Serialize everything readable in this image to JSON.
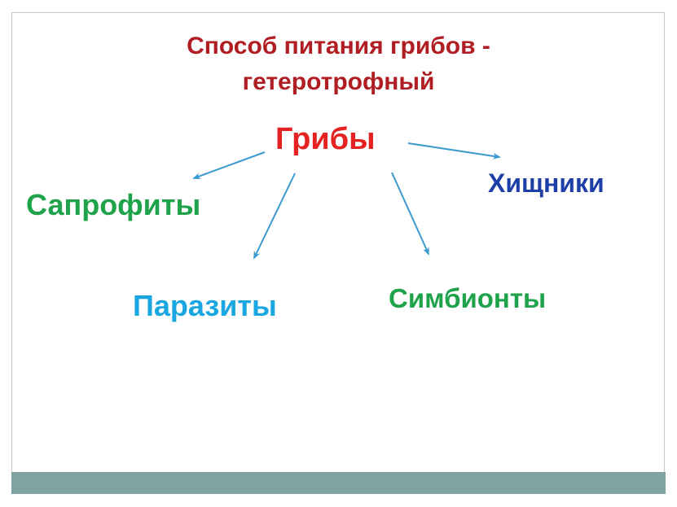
{
  "title": {
    "line1": "Способ питания грибов -",
    "line2": "гетеротрофный"
  },
  "nodes": {
    "root": "Грибы",
    "saprophytes": "Сапрофиты",
    "predators": "Хищники",
    "parasites": "Паразиты",
    "symbionts": "Симбионты"
  },
  "colors": {
    "title": "#b01e23",
    "root": "#e52222",
    "saprophytes": "#1fa34a",
    "predators": "#1e3fa8",
    "parasites": "#1aa6e0",
    "symbionts": "#1fa34a",
    "arrow": "#3b9ad0",
    "footer": "#7fa3a3"
  },
  "edges": [
    {
      "from": "root",
      "to": "saprophytes"
    },
    {
      "from": "root",
      "to": "predators"
    },
    {
      "from": "root",
      "to": "parasites"
    },
    {
      "from": "root",
      "to": "symbionts"
    }
  ]
}
